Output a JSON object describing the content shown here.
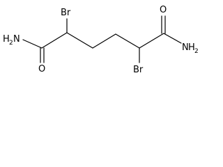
{
  "molecule": {
    "atoms": {
      "br_top": "Br",
      "br_bottom": "Br",
      "o_left": "O",
      "o_right": "O",
      "amide_left_h": "H",
      "amide_left_sub": "2",
      "amide_left_n": "N",
      "amide_right_n": "N",
      "amide_right_h": "H",
      "amide_right_sub": "2"
    },
    "bond_color": "#000000"
  }
}
